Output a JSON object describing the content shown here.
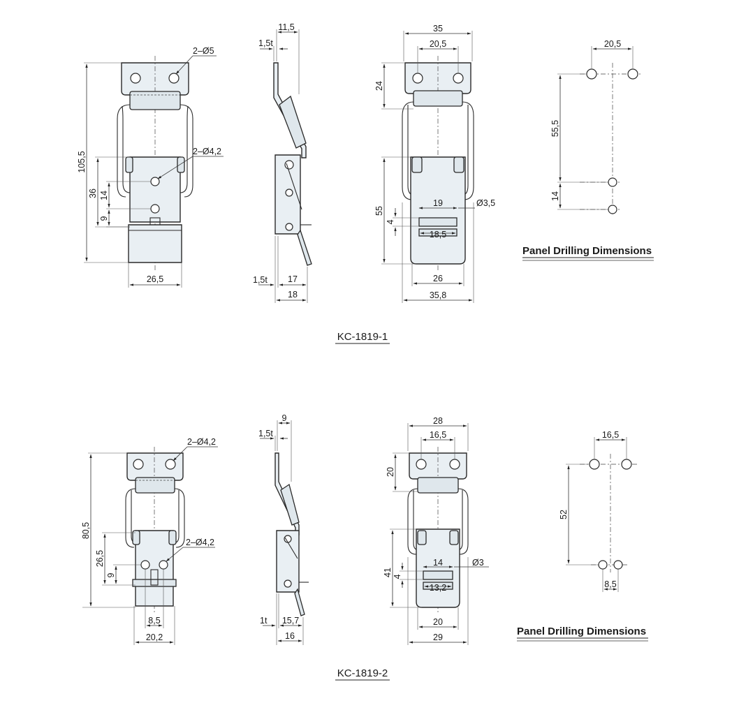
{
  "models": {
    "kc1": {
      "name": "KC-1819-1",
      "front": {
        "hole_top": "2–Ø5",
        "hole_mid": "2–Ø4,2",
        "total_height": "105,5",
        "h36": "36",
        "h14": "14",
        "h9": "9",
        "width": "26,5"
      },
      "side": {
        "top": "11,5",
        "t_top": "1,5t",
        "t_bottom": "1,5t",
        "w17": "17",
        "w18": "18"
      },
      "back": {
        "w35": "35",
        "w20_5": "20,5",
        "h24": "24",
        "h55": "55",
        "w19": "19",
        "hole": "Ø3,5",
        "h4": "4",
        "w18_5": "18,5",
        "w26": "26",
        "w35_8": "35,8"
      },
      "panel": {
        "w": "20,5",
        "h55_5": "55,5",
        "h14": "14",
        "label": "Panel Drilling Dimensions"
      }
    },
    "kc2": {
      "name": "KC-1819-2",
      "front": {
        "hole_top": "2–Ø4,2",
        "hole_mid": "2–Ø4,2",
        "total_height": "80,5",
        "h26_5": "26,5",
        "h9": "9",
        "w8_5": "8,5",
        "width": "20,2"
      },
      "side": {
        "top": "9",
        "t_top": "1,5t",
        "t_bottom": "1t",
        "w15_7": "15,7",
        "w16": "16"
      },
      "back": {
        "w28": "28",
        "w16_5": "16,5",
        "h20": "20",
        "w14": "14",
        "hole": "Ø3",
        "h41": "41",
        "h4": "4",
        "w13_2": "13,2",
        "w20": "20",
        "w29": "29"
      },
      "panel": {
        "w": "16,5",
        "h52": "52",
        "w8_5": "8,5",
        "label": "Panel Drilling Dimensions"
      }
    }
  }
}
